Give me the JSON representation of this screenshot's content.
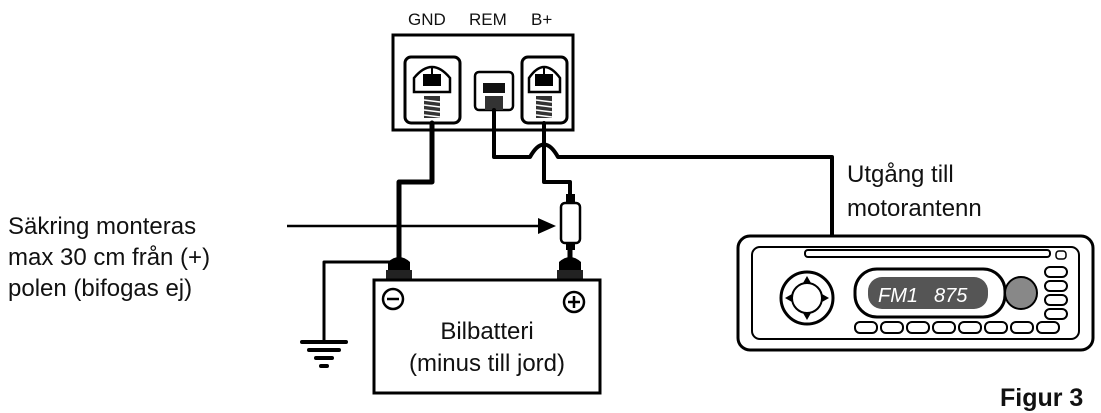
{
  "terminals": {
    "gnd": "GND",
    "rem": "REM",
    "bplus": "B+"
  },
  "fuse_note": {
    "line1": "Säkring monteras",
    "line2": "max 30 cm från (+)",
    "line3": "polen (bifogas ej)"
  },
  "battery": {
    "name": "Bilbatteri",
    "note": "(minus till jord)",
    "minus_symbol": "⊖",
    "plus_symbol": "⊕"
  },
  "antenna_output": {
    "line1": "Utgång till",
    "line2": "motorantenn"
  },
  "radio": {
    "band": "FM1",
    "frequency": "875"
  },
  "figure_label": "Figur 3"
}
